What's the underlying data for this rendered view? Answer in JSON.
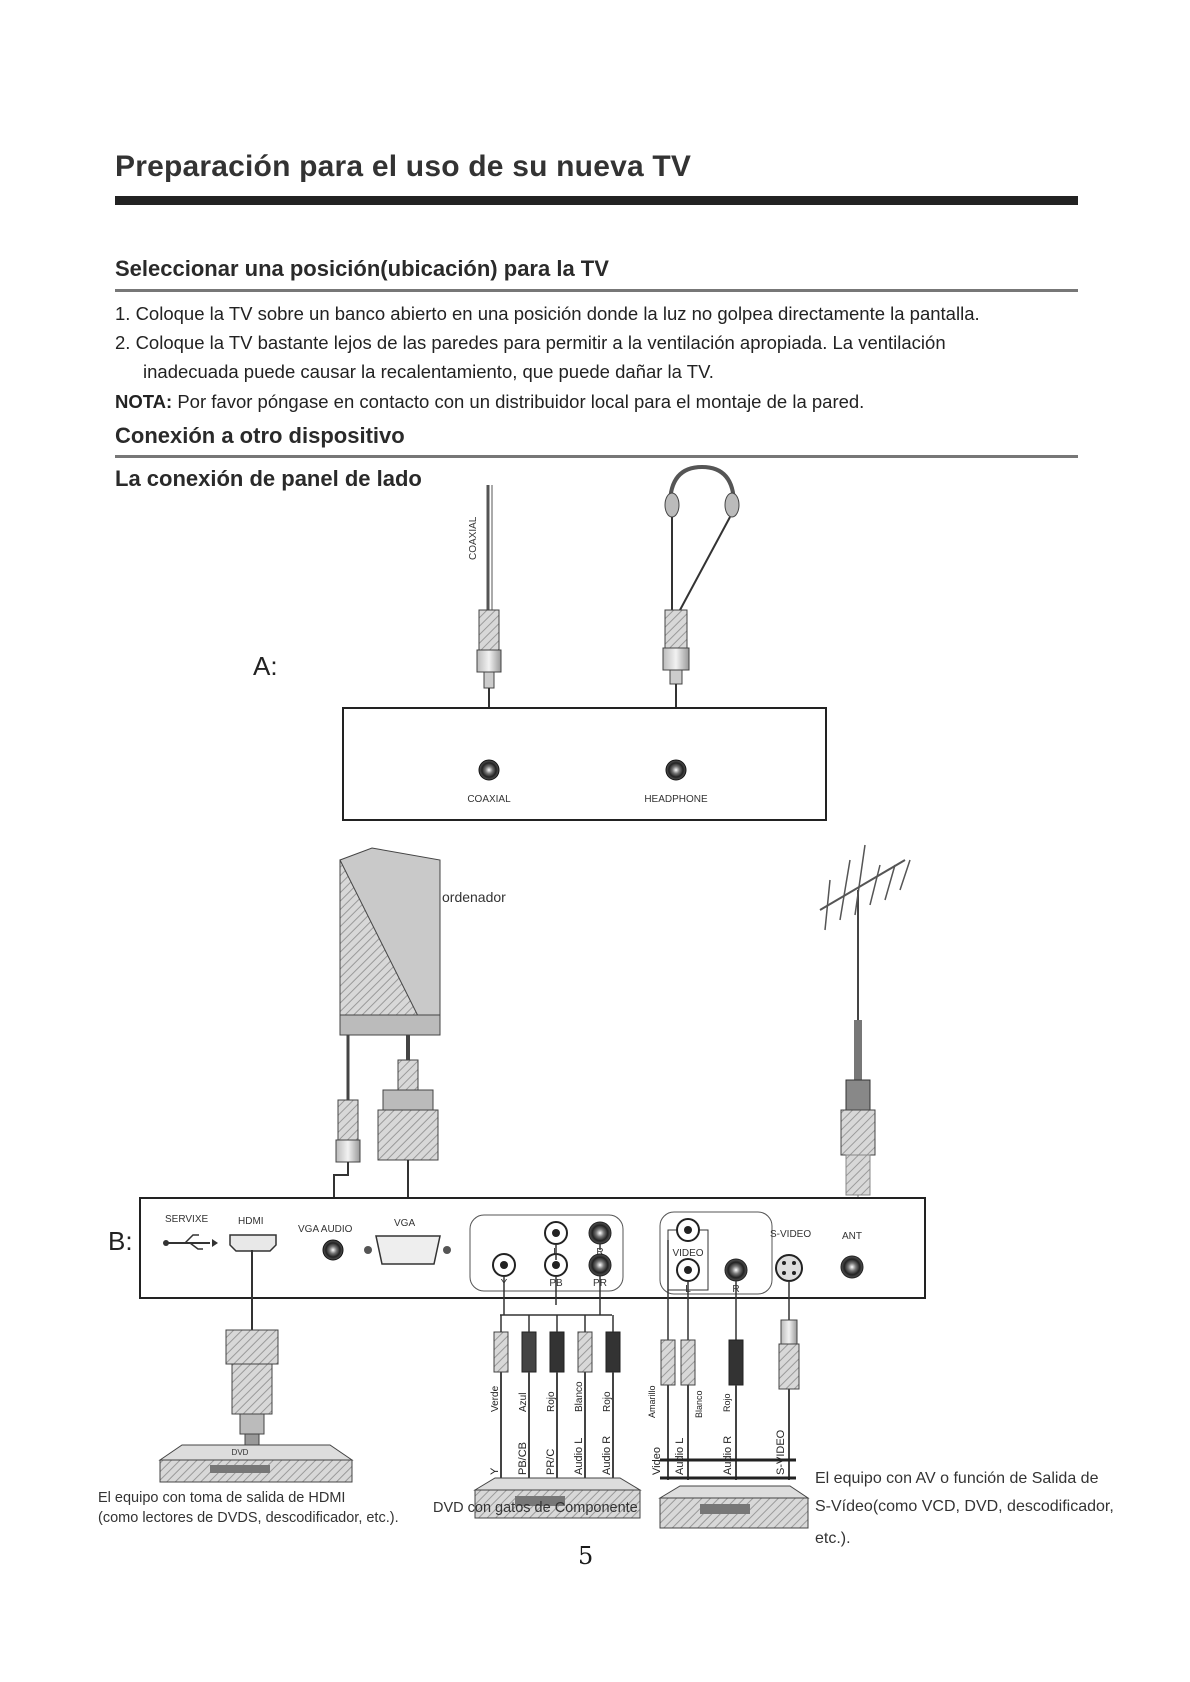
{
  "title": "Preparación para el uso de su nueva TV",
  "section1": {
    "title": "Seleccionar una posición(ubicación) para la TV",
    "items": [
      "1. Coloque la TV sobre un banco abierto en una posición donde la luz no golpea directamente la pantalla.",
      "2. Coloque la TV bastante lejos de las paredes para permitir a la ventilación apropiada. La ventilación",
      "inadecuada puede causar la recalentamiento, que puede dañar la TV."
    ],
    "note_label": "NOTA:",
    "note_text": " Por favor póngase en contacto con un distribuidor local para el montaje de la pared."
  },
  "section2": {
    "title": "Conexión a otro dispositivo"
  },
  "section3": {
    "title": "La conexión de panel de lado"
  },
  "diagram_a": {
    "label": "A:",
    "cable_coaxial": "COAXIAL",
    "port_coaxial": "COAXIAL",
    "port_headphone": "HEADPHONE"
  },
  "diagram_b": {
    "label": "B:",
    "computer_label": "ordenador",
    "ports": {
      "service": "SERVIXE",
      "hdmi": "HDMI",
      "vga_audio": "VGA AUDIO",
      "vga": "VGA",
      "l": "L",
      "r": "R",
      "y": "Y",
      "pb": "PB",
      "pr": "PR",
      "video": "VIDEO",
      "l2": "L",
      "r2": "R",
      "svideo": "S-VIDEO",
      "ant": "ANT"
    },
    "cable_colors_component": [
      "Verde",
      "Azul",
      "Rojo",
      "Blanco",
      "Rojo"
    ],
    "cable_labels_component": [
      "Y",
      "PB/CB",
      "PR/C",
      "Audio L",
      "Audio R"
    ],
    "cable_colors_av": [
      "Amarillo",
      "Blanco",
      "Rojo"
    ],
    "cable_labels_av": [
      "Video",
      "Audio L",
      "Audio R",
      "S-VIDEO"
    ],
    "dvd_badge": "DVD"
  },
  "captions": {
    "hdmi_line1": "El equipo con toma de salida de HDMI",
    "hdmi_line2": "(como lectores de DVDS, descodificador, etc.).",
    "dvd": "DVD con gatos de Componente",
    "av_line1": "El equipo con AV o función de Salida de",
    "av_line2": "S-Vídeo(como VCD, DVD, descodificador,",
    "av_line3": "etc.)."
  },
  "page_number": "5"
}
